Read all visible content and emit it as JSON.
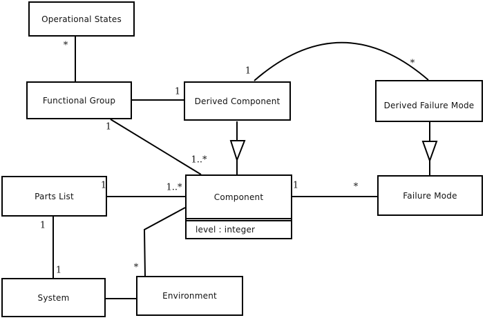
{
  "diagram": {
    "type": "uml-class-diagram",
    "line_color": "#000000",
    "background_color": "#ffffff",
    "nodes": {
      "operational_states": {
        "label": "Operational States"
      },
      "functional_group": {
        "label": "Functional Group"
      },
      "derived_component": {
        "label": "Derived Component"
      },
      "derived_failure_mode": {
        "label": "Derived Failure Mode"
      },
      "parts_list": {
        "label": "Parts List"
      },
      "component": {
        "label": "Component",
        "attribute": "level : integer"
      },
      "failure_mode": {
        "label": "Failure Mode"
      },
      "system": {
        "label": "System"
      },
      "environment": {
        "label": "Environment"
      }
    },
    "multiplicities": {
      "os_fg_star": "*",
      "fg_dc_one": "1",
      "fg_comp_one": "1",
      "fg_comp_many": "1..*",
      "dc_dfm_one": "1",
      "dc_dfm_star": "*",
      "pl_comp_one": "1",
      "pl_comp_many": "1..*",
      "comp_fm_one": "1",
      "comp_fm_star": "*",
      "pl_sys_one_top": "1",
      "pl_sys_one_bot": "1",
      "comp_env_star": "*"
    }
  }
}
